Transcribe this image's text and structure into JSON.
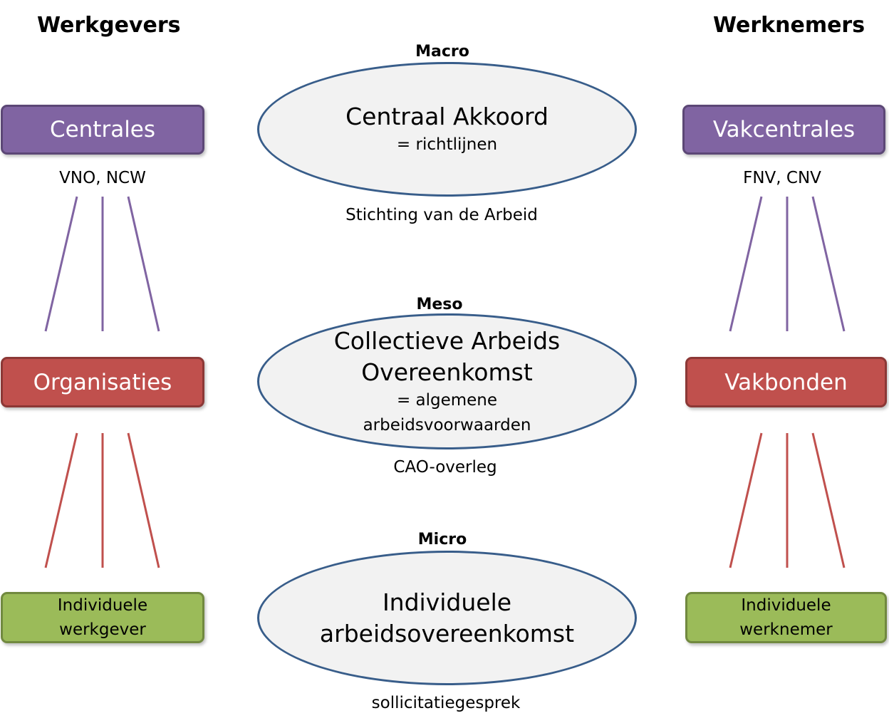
{
  "headers": {
    "left": "Werkgevers",
    "right": "Werknemers"
  },
  "levels": {
    "macro": "Macro",
    "meso": "Meso",
    "micro": "Micro"
  },
  "left": {
    "centrales": "Centrales",
    "centrales_members": "VNO, NCW",
    "organisaties": "Organisaties",
    "individual_line1": "Individuele",
    "individual_line2": "werkgever"
  },
  "right": {
    "centrales": "Vakcentrales",
    "centrales_members": "FNV, CNV",
    "organisaties": "Vakbonden",
    "individual_line1": "Individuele",
    "individual_line2": "werknemer"
  },
  "center": {
    "macro": {
      "title": "Centraal Akkoord",
      "subtitle": "= richtlijnen",
      "caption": "Stichting van de Arbeid"
    },
    "meso": {
      "title_line1": "Collectieve Arbeids",
      "title_line2": "Overeenkomst",
      "subtitle_line1": "= algemene",
      "subtitle_line2": "arbeidsvoorwaarden",
      "caption": "CAO-overleg"
    },
    "micro": {
      "title_line1": "Individuele",
      "title_line2": "arbeidsovereenkomst",
      "caption": "sollicitatiegesprek"
    }
  },
  "colors": {
    "purple": "#8064a2",
    "red": "#c0504d",
    "green": "#9bbb59",
    "ellipse_border": "#385d8a",
    "ellipse_fill": "#f2f2f2"
  }
}
